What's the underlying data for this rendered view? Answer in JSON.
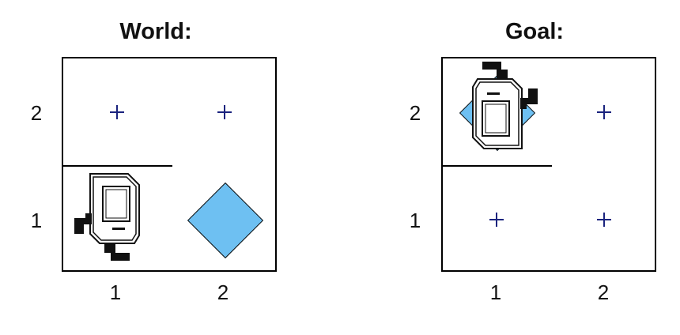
{
  "world": {
    "title": "World:",
    "rows": [
      "2",
      "1"
    ],
    "cols": [
      "1",
      "2"
    ]
  },
  "goal": {
    "title": "Goal:",
    "rows": [
      "2",
      "1"
    ],
    "cols": [
      "1",
      "2"
    ]
  },
  "colors": {
    "beeper": "#6ec0f2",
    "marker": "#1a237e",
    "grid": "#000000"
  },
  "icons": {
    "robot": "karel-robot-icon",
    "beeper": "beeper-diamond-icon",
    "corner": "corner-plus-icon"
  }
}
